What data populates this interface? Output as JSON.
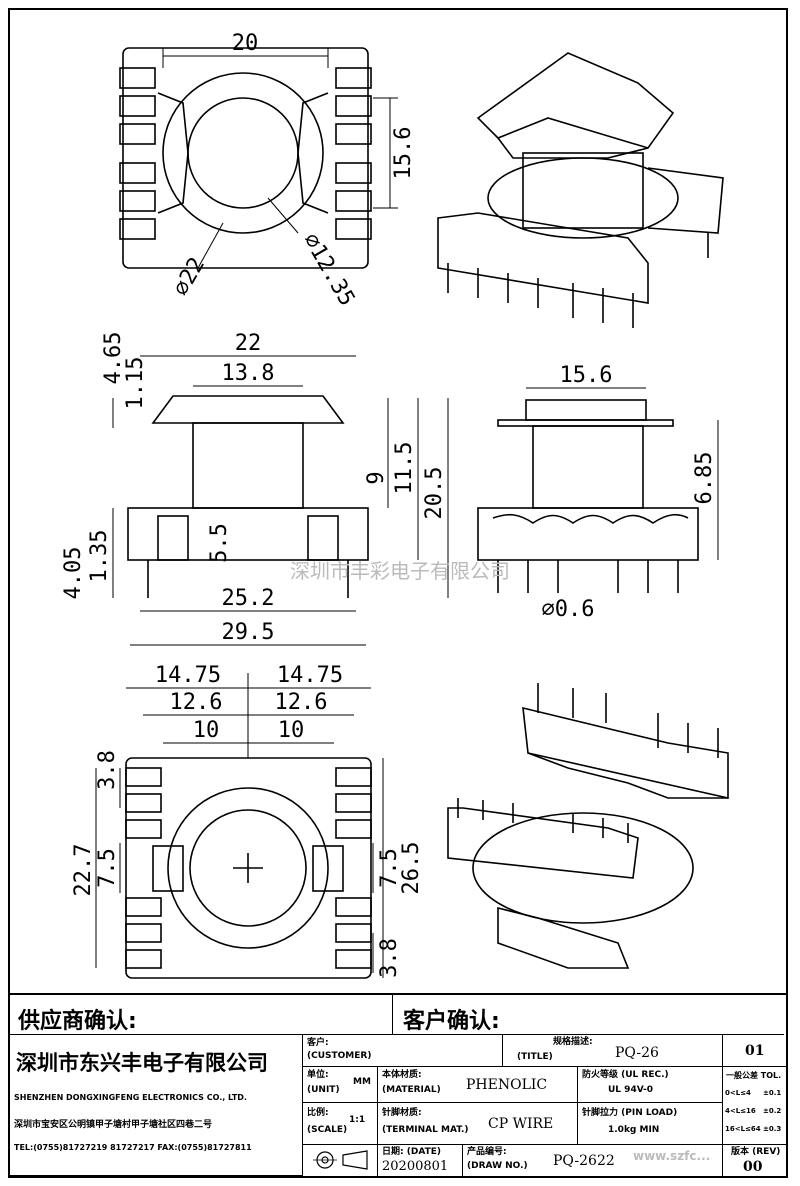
{
  "dims": {
    "top_width": "20",
    "top_height": "15.6",
    "outer_dia": "⌀22",
    "inner_dia": "⌀12.35",
    "side_top_a": "4.65",
    "side_top_b": "1.15",
    "side_w22": "22",
    "side_w138": "13.8",
    "side_h9": "9",
    "side_h115": "11.5",
    "side_h205": "20.5",
    "side_55": "5.5",
    "side_405": "4.05",
    "side_135": "1.35",
    "side_252": "25.2",
    "side_295": "29.5",
    "front_156": "15.6",
    "front_685": "6.85",
    "pin_dia": "⌀0.6",
    "bot_1475_l": "14.75",
    "bot_1475_r": "14.75",
    "bot_126_l": "12.6",
    "bot_126_r": "12.6",
    "bot_10_l": "10",
    "bot_10_r": "10",
    "bot_38_top": "3.8",
    "bot_227": "22.7",
    "bot_75_l": "7.5",
    "bot_75_r": "7.5",
    "bot_265": "26.5",
    "bot_38_bot": "3.8"
  },
  "watermark": "深圳市丰彩电子有限公司",
  "tb": {
    "supplier_confirm": "供应商确认:",
    "customer_confirm": "客户确认:",
    "company_cn": "深圳市东兴丰电子有限公司",
    "company_en": "SHENZHEN DONGXINGFENG ELECTRONICS CO., LTD.",
    "address": "深圳市宝安区公明镇甲子塘村甲子塘社区四巷二号",
    "phone": "TEL:(0755)81727219  81727217   FAX:(0755)81727811",
    "customer_lbl": "客户:",
    "customer_en": "(CUSTOMER)",
    "spec_lbl": "规格描述:",
    "title_en": "(TITLE)",
    "title_val": "PQ-26",
    "sheet": "01",
    "unit_lbl": "单位:",
    "unit_en": "(UNIT)",
    "unit_val": "MM",
    "material_lbl": "本体材质:",
    "material_en": "(MATERIAL)",
    "material_val": "PHENOLIC",
    "flame_lbl": "防火等级 (UL REC.)",
    "flame_val": "UL 94V-0",
    "tol_lbl": "一般公差 TOL.",
    "tol1_range": "0<L≤4",
    "tol1_val": "±0.1",
    "tol2_range": "4<L≤16",
    "tol2_val": "±0.2",
    "tol3_range": "16<L≤64",
    "tol3_val": "±0.3",
    "scale_lbl": "比例:",
    "scale_en": "(SCALE)",
    "scale_val": "1:1",
    "terminal_lbl": "针脚材质:",
    "terminal_en": "(TERMINAL MAT.)",
    "terminal_val": "CP WIRE",
    "pinload_lbl": "针脚拉力 (PIN LOAD)",
    "pinload_val": "1.0kg MIN",
    "date_lbl": "日期: (DATE)",
    "date_val": "20200801",
    "drawno_lbl": "产品编号:",
    "drawno_en": "(DRAW NO.)",
    "drawno_val": "PQ-2622",
    "rev_lbl": "版本 (REV)",
    "rev_val": "00",
    "site_wm": "www.szfc..."
  }
}
